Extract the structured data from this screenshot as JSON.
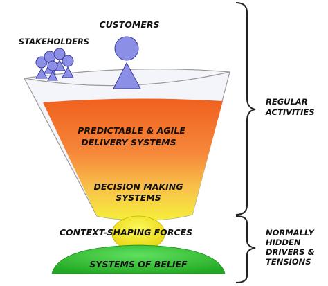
{
  "diagram": {
    "customers_label": "CUSTOMERS",
    "stakeholders_label": "STAKEHOLDERS",
    "funnel_upper_line1": "PREDICTABLE & AGILE",
    "funnel_upper_line2": "DELIVERY SYSTEMS",
    "funnel_lower_line1": "DECISION MAKING",
    "funnel_lower_line2": "SYSTEMS",
    "context_label": "CONTEXT-SHAPING FORCES",
    "belief_label": "SYSTEMS OF BELIEF",
    "bracket_top_line1": "REGULAR",
    "bracket_top_line2": "ACTIVITIES",
    "bracket_bottom_line1": "NORMALLY",
    "bracket_bottom_line2": "HIDDEN",
    "bracket_bottom_line3": "DRIVERS &",
    "bracket_bottom_line4": "TENSIONS"
  },
  "colors": {
    "figure_fill": "#8c8fe6",
    "funnel_top": "#f26a22",
    "funnel_bottom": "#f5e23a",
    "context_fill": "#f3ef2a",
    "belief_fill": "#2fc62f"
  }
}
